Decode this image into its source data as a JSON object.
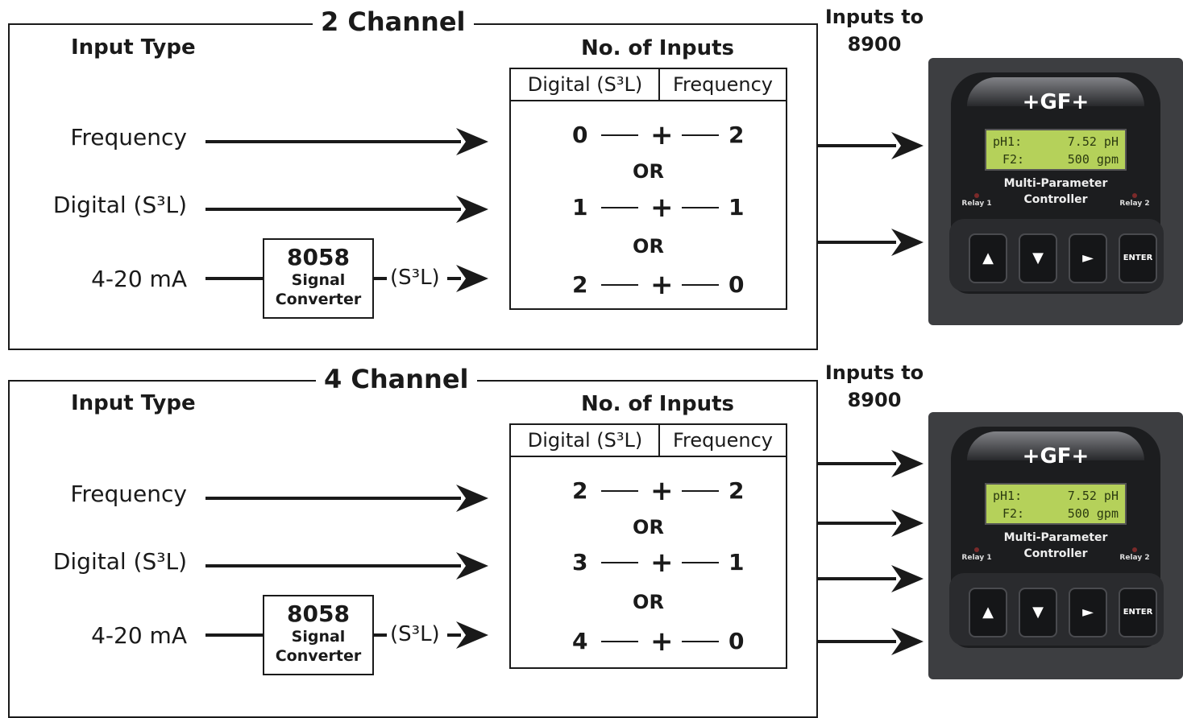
{
  "sections": [
    {
      "title": "2 Channel",
      "input_type_header": "Input Type",
      "inputs": [
        "Frequency",
        "Digital (S³L)",
        "4-20 mA"
      ],
      "converter": {
        "number": "8058",
        "line1": "Signal",
        "line2": "Converter",
        "output": "(S³L)"
      },
      "no_of_inputs_header": "No. of Inputs",
      "columns": [
        "Digital (S³L)",
        "Frequency"
      ],
      "combinations": [
        {
          "digital": "0",
          "frequency": "2"
        },
        {
          "digital": "1",
          "frequency": "1"
        },
        {
          "digital": "2",
          "frequency": "0"
        }
      ],
      "or_label": "OR",
      "inputs_to": {
        "line1": "Inputs to",
        "line2": "8900"
      },
      "output_arrows": 2
    },
    {
      "title": "4 Channel",
      "input_type_header": "Input Type",
      "inputs": [
        "Frequency",
        "Digital (S³L)",
        "4-20 mA"
      ],
      "converter": {
        "number": "8058",
        "line1": "Signal",
        "line2": "Converter",
        "output": "(S³L)"
      },
      "no_of_inputs_header": "No. of Inputs",
      "columns": [
        "Digital (S³L)",
        "Frequency"
      ],
      "combinations": [
        {
          "digital": "2",
          "frequency": "2"
        },
        {
          "digital": "3",
          "frequency": "1"
        },
        {
          "digital": "4",
          "frequency": "0"
        }
      ],
      "or_label": "OR",
      "inputs_to": {
        "line1": "Inputs to",
        "line2": "8900"
      },
      "output_arrows": 4
    }
  ],
  "device": {
    "brand": "+GF+",
    "lcd_row1_label": "pH1:",
    "lcd_row1_value": "7.52 pH",
    "lcd_row2_label": "F2:",
    "lcd_row2_value": "500 gpm",
    "model_line1": "Multi-Parameter",
    "model_line2": "Controller",
    "relay1": "Relay 1",
    "relay2": "Relay 2",
    "keys": [
      "▲",
      "▼",
      "►",
      "ENTER"
    ]
  },
  "colors": {
    "line": "#1a1a1a",
    "lcd": "#b5d15a",
    "device": "#3d3e41"
  }
}
